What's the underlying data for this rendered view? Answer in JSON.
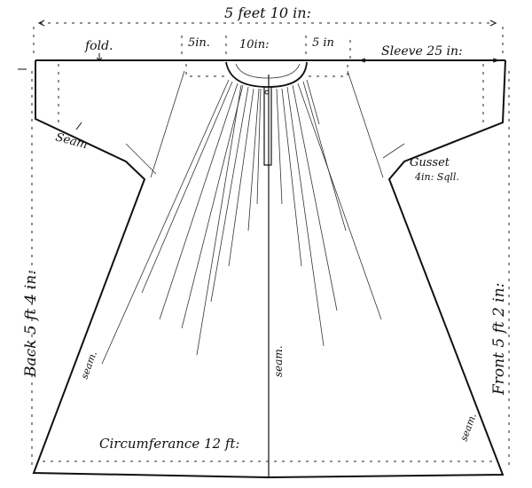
{
  "diagram": {
    "labels": {
      "width": "5 feet 10 in:",
      "fold": "fold.",
      "shoulder_left": "5in.",
      "neck": "10in:",
      "shoulder_right": "5 in",
      "sleeve": "Sleeve 25 in:",
      "seam_sleeve": "Seam",
      "gusset_line1": "Gusset",
      "gusset_line2": "4in: Sqll.",
      "back_length": "Back 5 ft  4 in:",
      "front_length": "Front 5 ft 2 in:",
      "seam_left": "seam.",
      "seam_center": "seam.",
      "seam_right": "seam.",
      "circumference": "Circumferance 12 ft:"
    }
  }
}
